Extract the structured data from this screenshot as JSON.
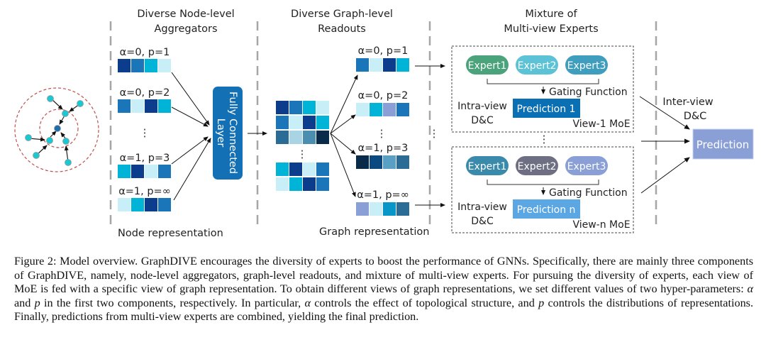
{
  "figure": {
    "sections": {
      "node_aggregators": {
        "title_line1": "Diverse Node-level",
        "title_line2": "Aggregators",
        "footer": "Node representation"
      },
      "graph_readouts": {
        "title_line1": "Diverse Graph-level",
        "title_line2": "Readouts",
        "footer": "Graph representation"
      },
      "moe": {
        "title_line1": "Mixture of",
        "title_line2": "Multi-view Experts"
      }
    },
    "palette": {
      "navy": "#0b3d8c",
      "blue": "#1a76b8",
      "cyan": "#00b4d8",
      "pale": "#c8eef7",
      "lavender": "#8a9fd6",
      "darkest": "#0a2a4a",
      "steel": "#2a6c96",
      "lightsteel": "#a8d4e4",
      "midsteel": "#4a8eb0",
      "deepblue": "#0a4a80",
      "skysteel": "#5aa0c4",
      "cerulean": "#0896c8"
    },
    "node_vectors": [
      {
        "label": "α=0, p=1",
        "cells": [
          "navy",
          "blue",
          "cyan",
          "pale"
        ]
      },
      {
        "label": "α=0, p=2",
        "cells": [
          "blue",
          "pale",
          "navy",
          "cyan"
        ]
      },
      {
        "label": "α=1, p=3",
        "cells": [
          "cyan",
          "navy",
          "pale",
          "blue"
        ]
      },
      {
        "label": "α=1, p=∞",
        "cells": [
          "pale",
          "cyan",
          "navy",
          "blue"
        ]
      }
    ],
    "fc_layer": {
      "label_line1": "Fully Connected",
      "label_line2": "Layer",
      "color": "#1470b4"
    },
    "node_matrix": {
      "top_rows": [
        [
          "navy",
          "blue",
          "cyan",
          "pale"
        ],
        [
          "blue",
          "pale",
          "navy",
          "cyan"
        ],
        [
          "steel",
          "lightsteel",
          "midsteel",
          "darkest"
        ]
      ],
      "bottom_rows": [
        [
          "cyan",
          "navy",
          "pale",
          "blue"
        ],
        [
          "pale",
          "cyan",
          "navy",
          "blue"
        ]
      ]
    },
    "graph_vectors": [
      {
        "label": "α=0, p=1",
        "cells": [
          "blue",
          "pale",
          "navy",
          "cyan"
        ]
      },
      {
        "label": "α=0, p=2",
        "cells": [
          "pale",
          "cyan",
          "lavender",
          "blue"
        ]
      },
      {
        "label": "α=1, p=3",
        "cells": [
          "darkest",
          "deepblue",
          "skysteel",
          "steel"
        ]
      },
      {
        "label": "α=1, p=∞",
        "cells": [
          "lavender",
          "pale",
          "cerulean",
          "steel"
        ]
      }
    ],
    "ellipsis": "⋮",
    "moe_views": [
      {
        "experts": [
          {
            "label": "Expert1",
            "color": "#4aa37a"
          },
          {
            "label": "Expert2",
            "color": "#5cc3d6"
          },
          {
            "label": "Expert3",
            "color": "#3f9ebd"
          }
        ],
        "gating": "Gating Function",
        "intra_line1": "Intra-view",
        "intra_line2": "D&C",
        "prediction": {
          "label": "Prediction 1",
          "color": "#0b6fb3"
        },
        "view_name": "View-1 MoE"
      },
      {
        "experts": [
          {
            "label": "Expert1",
            "color": "#3a8bab"
          },
          {
            "label": "Expert2",
            "color": "#6e6f83"
          },
          {
            "label": "Expert3",
            "color": "#8a9fd6"
          }
        ],
        "gating": "Gating Function",
        "intra_line1": "Intra-view",
        "intra_line2": "D&C",
        "prediction": {
          "label": "Prediction n",
          "color": "#5aa7e3"
        },
        "view_name": "View-n MoE"
      }
    ],
    "inter_view": {
      "line1": "Inter-view",
      "line2": "D&C"
    },
    "final_prediction": {
      "label": "Prediction",
      "color": "#8a9fd6"
    },
    "graph_colors": {
      "node": "#1ac8d4",
      "center_node": "#1a6fb0",
      "ring": "#c0504d"
    }
  },
  "caption": {
    "prefix": "Figure 2: Model overview. GraphDIVE encourages the diversity of experts to boost the performance of GNNs. Specifically, there are mainly three components of GraphDIVE, namely, node-level aggregators, graph-level readouts, and mixture of multi-view experts. For pursuing the diversity of experts, each view of MoE is fed with a specific view of graph representation. To obtain different views of graph representations, we set different values of two hyper-parameters: ",
    "alpha": "α",
    "and": " and ",
    "p": "p",
    "mid": " in the first two components, respectively.  In particular, ",
    "mid2": " controls the effect of topological structure, and ",
    "end": " controls the distributions of representations. Finally, predictions from multi-view experts are combined, yielding the final prediction."
  }
}
